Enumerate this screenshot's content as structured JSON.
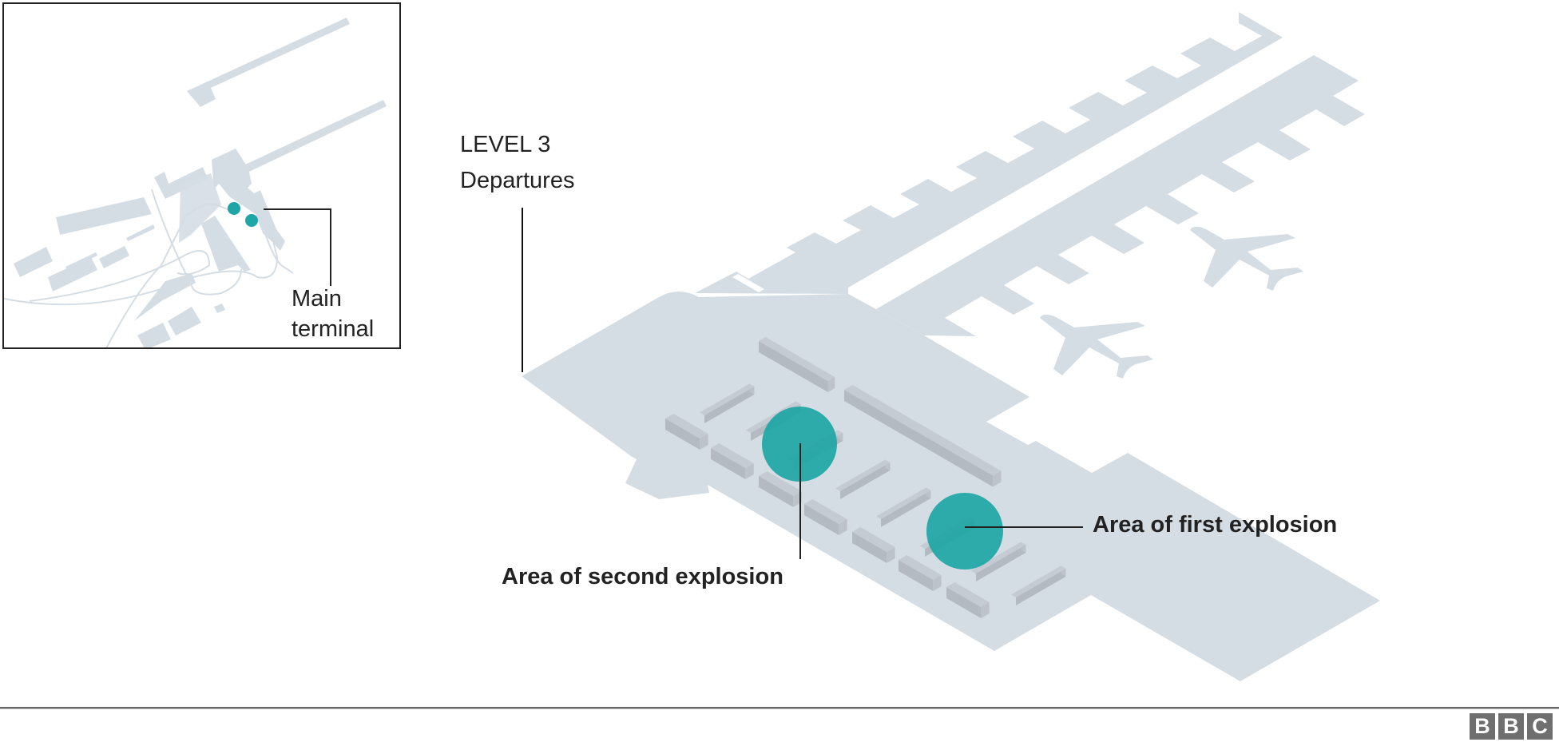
{
  "colors": {
    "floor": "#d5dde4",
    "block_top": "#c4cbd2",
    "block_side": "#b3bac2",
    "block_end": "#bcc3ca",
    "explosion": "#1ea5a5",
    "leader": "#222222",
    "text": "#222222"
  },
  "labels": {
    "level": "LEVEL 3",
    "floor_name": "Departures",
    "first_explosion": "Area of first explosion",
    "second_explosion": "Area of second explosion"
  },
  "inset": {
    "label_line1": "Main",
    "label_line2": "terminal",
    "markers": [
      "explosion-marker-1",
      "explosion-marker-2"
    ]
  },
  "map_features": {
    "explosion_areas": [
      "first",
      "second"
    ],
    "aircraft_count": 2,
    "piers_count": 2
  },
  "branding": {
    "logo_letters": [
      "B",
      "B",
      "C"
    ]
  }
}
